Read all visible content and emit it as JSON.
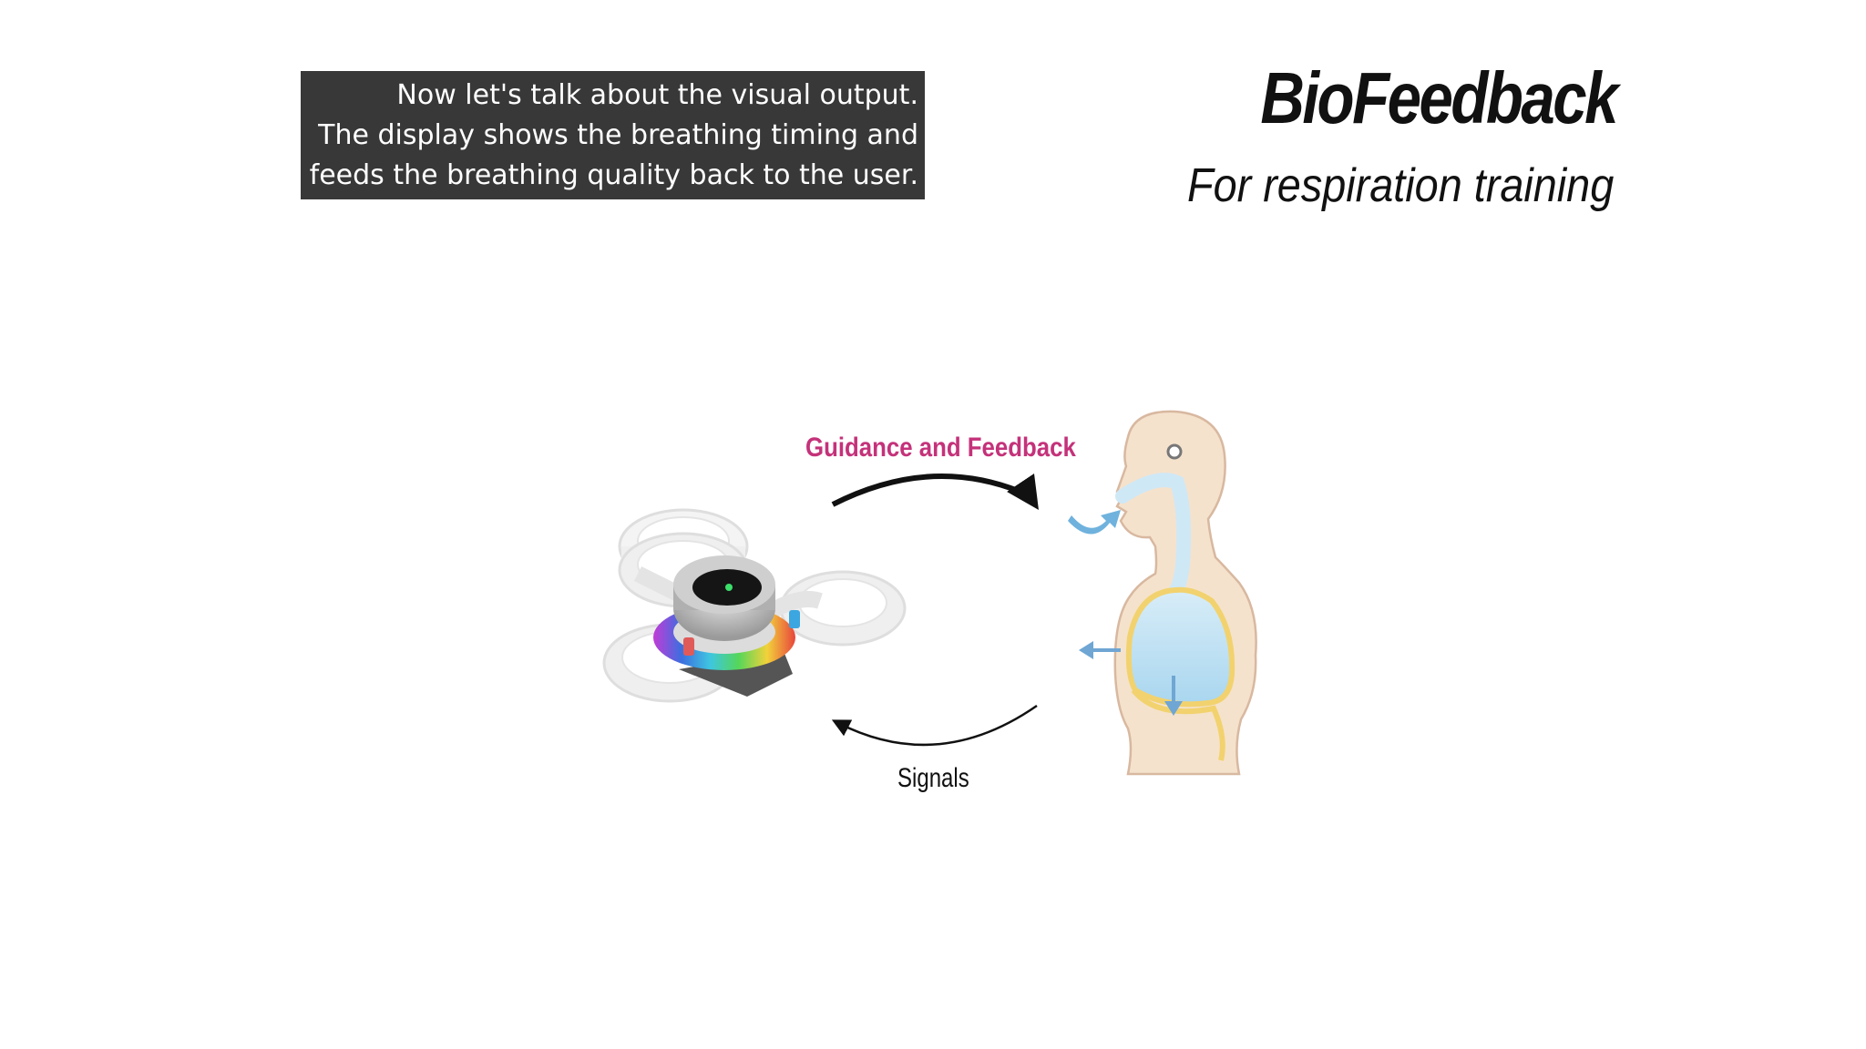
{
  "caption": {
    "lines": [
      "Now let's talk about the visual output.",
      "The display shows the breathing timing and",
      "feeds the breathing quality back to the user."
    ]
  },
  "header": {
    "title": "BioFeedback",
    "subtitle": "For respiration training"
  },
  "diagram": {
    "top_arrow_label": "Guidance and Feedback",
    "bottom_arrow_label": "Signals",
    "colors": {
      "guidance": "#c4327a",
      "arrow": "#111111",
      "skin": "#f5e2cc",
      "skin_outline": "#d8b8a0",
      "lungs": "#bfe0f2",
      "lung_edge": "#f2d26e",
      "airflow": "#6fb2dd"
    }
  }
}
